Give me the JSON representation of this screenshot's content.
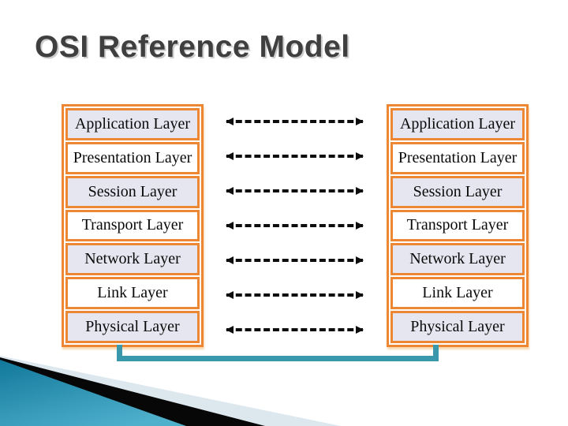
{
  "title": "OSI Reference Model",
  "layers": [
    "Application Layer",
    "Presentation Layer",
    "Session Layer",
    "Transport Layer",
    "Network Layer",
    "Link Layer",
    "Physical Layer"
  ],
  "connector_style": "dashed-double-headed-arrow",
  "colors": {
    "title_text": "#3F3F3F",
    "box_border": "#ED8733",
    "box_fill_a": "#E6E6F0",
    "box_fill_b": "#FFFFFF",
    "arrow": "#0D0D0D",
    "bracket": "#3A98AD",
    "corner_teal_dark": "#11789B",
    "corner_teal_light": "#4FB0CC",
    "corner_light_wedge": "#DCE8EE",
    "corner_black_wedge": "#070707"
  }
}
